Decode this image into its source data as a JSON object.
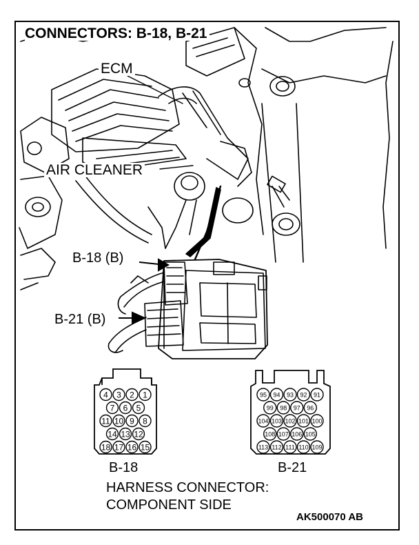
{
  "title": "CONNECTORS: B-18, B-21",
  "labels": {
    "ecm": "ECM",
    "air_cleaner": "AIR CLEANER",
    "b18_pointer": "B-18 (B)",
    "b21_pointer": "B-21 (B)"
  },
  "connectors": {
    "b18": {
      "name": "B-18",
      "rows": [
        [
          "4",
          "3",
          "2",
          "1"
        ],
        [
          "7",
          "6",
          "5"
        ],
        [
          "11",
          "10",
          "9",
          "8"
        ],
        [
          "14",
          "13",
          "12"
        ],
        [
          "18",
          "17",
          "16",
          "15"
        ]
      ]
    },
    "b21": {
      "name": "B-21",
      "rows": [
        [
          "95",
          "94",
          "93",
          "92",
          "91"
        ],
        [
          "99",
          "98",
          "97",
          "96"
        ],
        [
          "104",
          "103",
          "102",
          "101",
          "100"
        ],
        [
          "108",
          "107",
          "106",
          "105"
        ],
        [
          "113",
          "112",
          "111",
          "110",
          "109"
        ]
      ]
    }
  },
  "caption": {
    "line1": "HARNESS CONNECTOR:",
    "line2": "COMPONENT SIDE"
  },
  "figure_code": "AK500070 AB"
}
